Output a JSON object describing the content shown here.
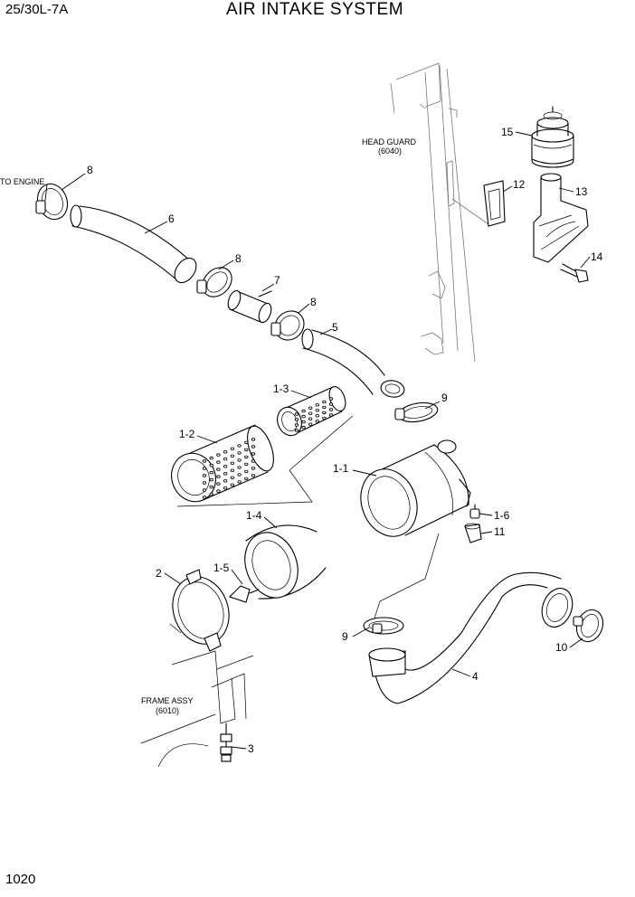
{
  "header": {
    "model": "25/30L-7A",
    "title": "AIR INTAKE SYSTEM"
  },
  "footer": {
    "page_number": "1020"
  },
  "notes": {
    "to_engine": "TO ENGINE",
    "head_guard": "HEAD GUARD",
    "head_guard_ref": "(6040)",
    "frame_assy": "FRAME ASSY",
    "frame_assy_ref": "(6010)"
  },
  "callouts": {
    "c8a": "8",
    "c6": "6",
    "c8b": "8",
    "c7": "7",
    "c8c": "8",
    "c5": "5",
    "c9a": "9",
    "c13_sub": "1-3",
    "c12_sub": "1-2",
    "c11_sub": "1-1",
    "c16_sub": "1-6",
    "c11": "11",
    "c14_sub": "1-4",
    "c15_sub": "1-5",
    "c2": "2",
    "c9b": "9",
    "c10": "10",
    "c4": "4",
    "c3": "3",
    "c15": "15",
    "c12": "12",
    "c13": "13",
    "c14": "14"
  }
}
